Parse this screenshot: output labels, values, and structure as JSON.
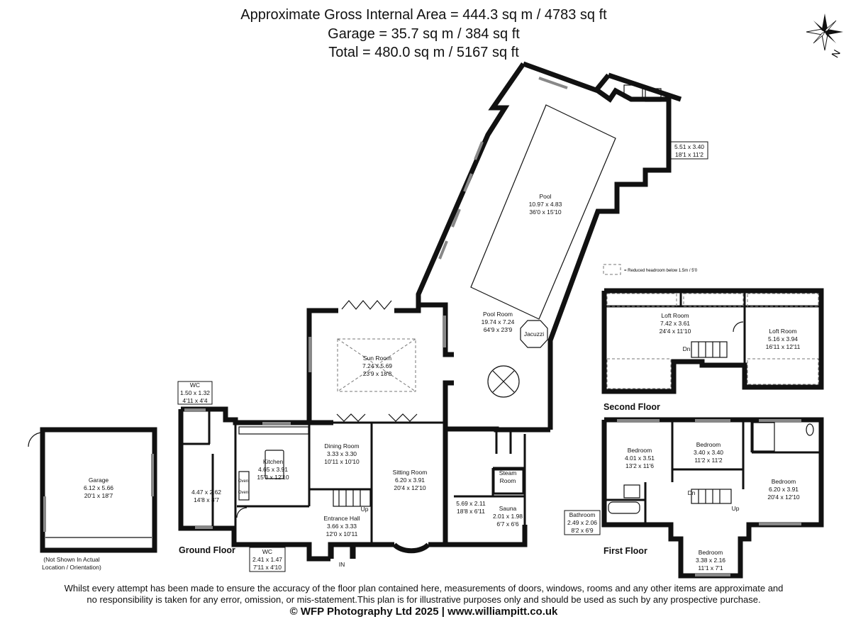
{
  "header": {
    "line1": "Approximate Gross Internal Area = 444.3 sq m / 4783 sq ft",
    "line2": "Garage = 35.7 sq m / 384 sq ft",
    "line3": "Total = 480.0 sq m / 5167 sq ft"
  },
  "compass": {
    "north_label": "N"
  },
  "floors": {
    "ground": "Ground Floor",
    "first": "First Floor",
    "second": "Second Floor"
  },
  "legend": {
    "reduced_headroom": "= Reduced headroom below 1.5m / 5'0"
  },
  "garage": {
    "name": "Garage",
    "metric": "6.12 x 5.66",
    "imperial": "20'1 x 18'7",
    "note1": "(Not Shown In Actual",
    "note2": "Location / Orientation)"
  },
  "rooms": {
    "pool": {
      "name": "Pool",
      "metric": "10.97 x 4.83",
      "imperial": "36'0 x 15'10"
    },
    "pool_room": {
      "name": "Pool Room",
      "metric": "19.74 x 7.24",
      "imperial": "64'9 x 23'9"
    },
    "jacuzzi": {
      "name": "Jacuzzi"
    },
    "plant": {
      "metric": "5.51 x 3.40",
      "imperial": "18'1 x 11'2"
    },
    "sun_room": {
      "name": "Sun Room",
      "metric": "7.24 x 5.69",
      "imperial": "23'9 x 18'8"
    },
    "wc1": {
      "name": "WC",
      "metric": "1.50 x 1.32",
      "imperial": "4'11 x 4'4"
    },
    "kitchen": {
      "name": "Kitchen",
      "metric": "4.65 x 3.91",
      "imperial": "15'3 x 12'10",
      "oven": "Oven"
    },
    "dining": {
      "name": "Dining Room",
      "metric": "3.33 x 3.30",
      "imperial": "10'11 x 10'10"
    },
    "sitting": {
      "name": "Sitting Room",
      "metric": "6.20 x 3.91",
      "imperial": "20'4 x 12'10"
    },
    "utility": {
      "metric": "4.47 x 2.62",
      "imperial": "14'8 x 8'7"
    },
    "entrance": {
      "name": "Entrance Hall",
      "metric": "3.66 x 3.33",
      "imperial": "12'0 x 10'11",
      "up": "Up",
      "in": "IN"
    },
    "wc2": {
      "name": "WC",
      "metric": "2.41 x 1.47",
      "imperial": "7'11 x 4'10"
    },
    "changing": {
      "metric": "5.69 x 2.11",
      "imperial": "18'8 x 6'11"
    },
    "steam": {
      "name1": "Steam",
      "name2": "Room"
    },
    "sauna": {
      "name": "Sauna",
      "metric": "2.01 x 1.98",
      "imperial": "6'7 x 6'6"
    },
    "loft1": {
      "name": "Loft Room",
      "metric": "7.42 x 3.61",
      "imperial": "24'4 x 11'10",
      "dn": "Dn"
    },
    "loft2": {
      "name": "Loft Room",
      "metric": "5.16 x 3.94",
      "imperial": "16'11 x 12'11"
    },
    "bed1": {
      "name": "Bedroom",
      "metric": "4.01 x 3.51",
      "imperial": "13'2 x 11'6"
    },
    "bed2": {
      "name": "Bedroom",
      "metric": "3.40 x 3.40",
      "imperial": "11'2 x 11'2"
    },
    "bed3": {
      "name": "Bedroom",
      "metric": "6.20 x 3.91",
      "imperial": "20'4 x 12'10"
    },
    "bed4": {
      "name": "Bedroom",
      "metric": "3.38 x 2.16",
      "imperial": "11'1 x 7'1"
    },
    "bathroom": {
      "name": "Bathroom",
      "metric": "2.49 x 2.06",
      "imperial": "8'2 x 6'9"
    },
    "landing": {
      "dn": "Dn",
      "up": "Up"
    }
  },
  "footer": {
    "line1": "Whilst every attempt has been made to ensure the accuracy of the floor plan contained here, measurements of doors, windows, rooms and any other items are approximate and",
    "line2": "no responsibility is taken for any error, omission, or mis-statement.This plan is for illustrative purposes only and should be used as such by any prospective purchase.",
    "line3": "© WFP Photography Ltd 2025 | www.williampitt.co.uk"
  }
}
